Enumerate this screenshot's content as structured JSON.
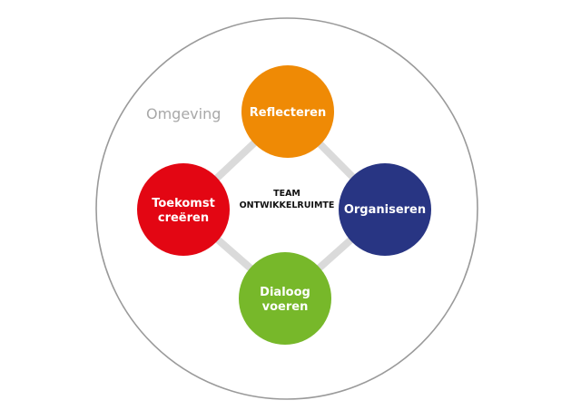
{
  "environment_label": "Omgeving",
  "center_label": {
    "line1": "TEAM",
    "line2": "ONTWIKKELRUIMTE"
  },
  "nodes": [
    {
      "id": "reflecteren",
      "lines": [
        "Reflecteren"
      ],
      "color": "#ef8a05"
    },
    {
      "id": "organiseren",
      "lines": [
        "Organiseren"
      ],
      "color": "#283583"
    },
    {
      "id": "dialoog",
      "lines": [
        "Dialoog",
        "voeren"
      ],
      "color": "#77b82a"
    },
    {
      "id": "toekomst",
      "lines": [
        "Toekomst",
        "creëren"
      ],
      "color": "#e30613"
    }
  ],
  "colors": {
    "outer_ring": "#9a9a9a",
    "connector": "#dadada"
  }
}
